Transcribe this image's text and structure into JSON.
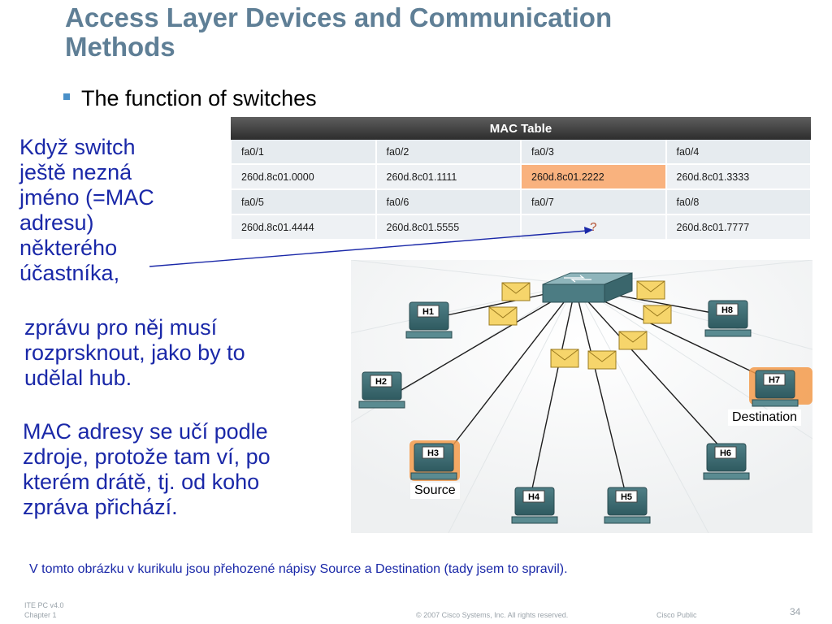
{
  "slide": {
    "title_line1": "Access Layer Devices and Communication",
    "title_line2": "Methods",
    "bullet": "The function of switches"
  },
  "mac_table": {
    "title": "MAC Table",
    "rows": [
      [
        "fa0/1",
        "fa0/2",
        "fa0/3",
        "fa0/4"
      ],
      [
        "260d.8c01.0000",
        "260d.8c01.1111",
        "260d.8c01.2222",
        "260d.8c01.3333"
      ],
      [
        "fa0/5",
        "fa0/6",
        "fa0/7",
        "fa0/8"
      ],
      [
        "260d.8c01.4444",
        "260d.8c01.5555",
        "?",
        "260d.8c01.7777"
      ]
    ],
    "highlight_color": "#f9b27e"
  },
  "annotation": {
    "lines_a": [
      "Když switch",
      "ještě nezná",
      "jméno (=MAC",
      "adresu)",
      "některého",
      "účastníka,"
    ],
    "lines_b": [
      "zprávu pro něj musí",
      "rozprsknout, jako by to",
      "udělal hub."
    ],
    "lines_c": [
      "MAC adresy se učí podle",
      "zdroje, protože tam ví, po",
      "kterém drátě, tj. od koho",
      "zpráva přichází."
    ],
    "text_color": "#1a28a8"
  },
  "network": {
    "hosts": [
      "H1",
      "H2",
      "H3",
      "H4",
      "H5",
      "H6",
      "H7",
      "H8"
    ],
    "source_label": "Source",
    "destination_label": "Destination"
  },
  "caption": "V tomto obrázku v kurikulu jsou přehozené nápisy Source a Destination (tady jsem to spravil).",
  "footer": {
    "course": "ITE PC v4.0",
    "chapter": "Chapter 1",
    "copyright": "© 2007 Cisco Systems, Inc. All rights reserved.",
    "classification": "Cisco Public",
    "page": "34"
  }
}
